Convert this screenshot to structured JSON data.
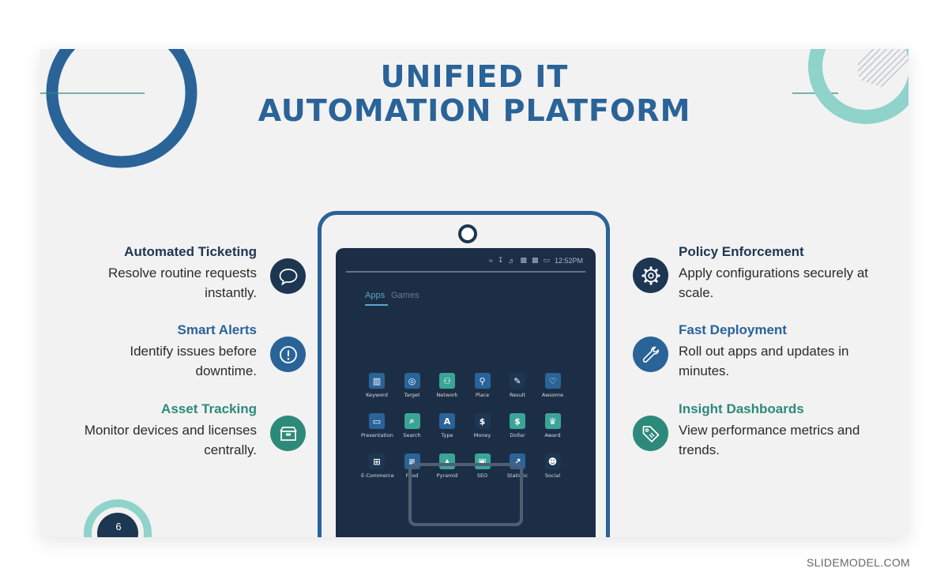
{
  "title_line1": "UNIFIED IT",
  "title_line2": "AUTOMATION PLATFORM",
  "colors": {
    "blue": "#2a6398",
    "navy": "#1d3651",
    "teal": "#2d8a7a",
    "mint": "#8fd3cb",
    "screen": "#1c2e45"
  },
  "left_items": [
    {
      "title": "Automated Ticketing",
      "desc": "Resolve routine requests instantly.",
      "icon": "chat-bubble-icon",
      "color": "#1d3651"
    },
    {
      "title": "Smart Alerts",
      "desc": "Identify issues before downtime.",
      "icon": "alert-icon",
      "color": "#2a6398"
    },
    {
      "title": "Asset Tracking",
      "desc": "Monitor devices and licenses centrally.",
      "icon": "box-icon",
      "color": "#2d8a7a"
    }
  ],
  "right_items": [
    {
      "title": "Policy Enforcement",
      "desc": "Apply configurations securely at scale.",
      "icon": "gear-icon",
      "color": "#1d3651"
    },
    {
      "title": "Fast Deployment",
      "desc": "Roll out apps and updates in minutes.",
      "icon": "wrench-icon",
      "color": "#2a6398"
    },
    {
      "title": "Insight Dashboards",
      "desc": "View performance metrics and trends.",
      "icon": "tag-icon",
      "color": "#2d8a7a"
    }
  ],
  "phone": {
    "time": "12:52PM",
    "tab_apps": "Apps",
    "tab_games": "Games",
    "apps": [
      {
        "label": "Keyword",
        "color": "#2a6398",
        "icon": "bar-chart-icon"
      },
      {
        "label": "Target",
        "color": "#2a6398",
        "icon": "target-icon"
      },
      {
        "label": "Network",
        "color": "#3aa597",
        "icon": "network-icon"
      },
      {
        "label": "Place",
        "color": "#2a6398",
        "icon": "pin-icon"
      },
      {
        "label": "Result",
        "color": "#1d3651",
        "icon": "result-icon"
      },
      {
        "label": "Awsome",
        "color": "#2a6398",
        "icon": "heart-icon"
      },
      {
        "label": "Presentation",
        "color": "#2a6398",
        "icon": "presentation-icon"
      },
      {
        "label": "Search",
        "color": "#3aa597",
        "icon": "search-icon"
      },
      {
        "label": "Type",
        "color": "#2a6398",
        "icon": "type-icon"
      },
      {
        "label": "Money",
        "color": "#1d3651",
        "icon": "money-icon"
      },
      {
        "label": "Dollar",
        "color": "#3aa597",
        "icon": "dollar-icon"
      },
      {
        "label": "Award",
        "color": "#3aa597",
        "icon": "trophy-icon"
      },
      {
        "label": "E-Commerce",
        "color": "#1d3651",
        "icon": "cart-icon"
      },
      {
        "label": "Food",
        "color": "#2a6398",
        "icon": "burger-icon"
      },
      {
        "label": "Pyramid",
        "color": "#3aa597",
        "icon": "pyramid-icon"
      },
      {
        "label": "SEO",
        "color": "#3aa597",
        "icon": "monitor-icon"
      },
      {
        "label": "Statistic",
        "color": "#2a6398",
        "icon": "statistic-icon"
      },
      {
        "label": "Social",
        "color": "#1d3651",
        "icon": "people-icon"
      }
    ]
  },
  "page_number": "6",
  "brand": "SLIDEMODEL.COM"
}
